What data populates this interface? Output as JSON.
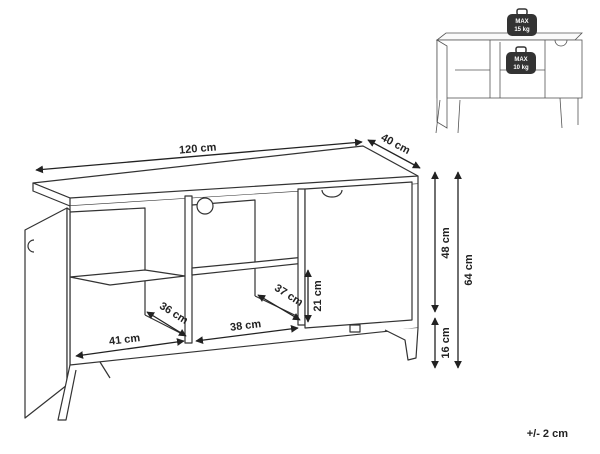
{
  "dimensions": {
    "width": "120 cm",
    "depth": "40 cm",
    "body_height": "48 cm",
    "total_height": "64 cm",
    "leg_height": "16 cm",
    "left_inner_width": "41 cm",
    "left_inner_depth": "36 cm",
    "middle_inner_width": "38 cm",
    "middle_inner_depth": "37 cm",
    "middle_inner_height": "21 cm"
  },
  "load": {
    "top_label": "MAX",
    "top_value": "15 kg",
    "shelf_label": "MAX",
    "shelf_value": "10 kg"
  },
  "tolerance": "+/- 2 cm"
}
